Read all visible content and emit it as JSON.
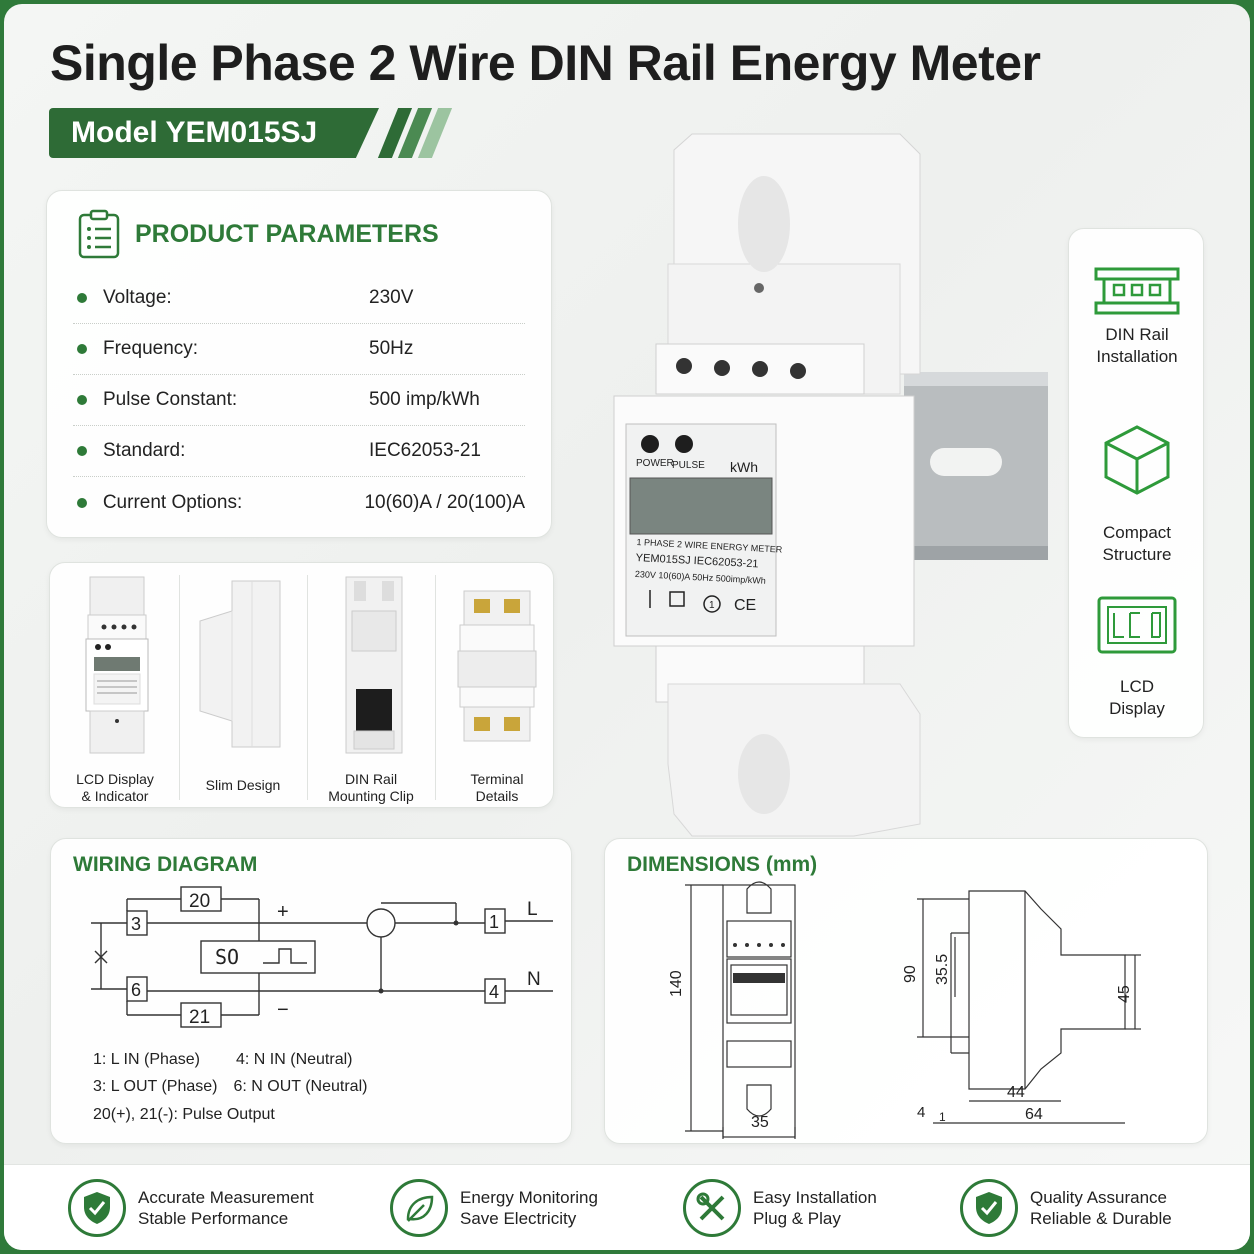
{
  "title": "Single Phase 2 Wire DIN Rail Energy Meter",
  "model": "Model YEM015SJ",
  "parameters": {
    "heading": "PRODUCT PARAMETERS",
    "rows": [
      {
        "label": "Voltage:",
        "value": "230V"
      },
      {
        "label": "Frequency:",
        "value": "50Hz"
      },
      {
        "label": "Pulse Constant:",
        "value": "500 imp/kWh"
      },
      {
        "label": "Standard:",
        "value": "IEC62053-21"
      },
      {
        "label": "Current Options:",
        "value": "10(60)A / 20(100)A"
      }
    ]
  },
  "thumbnails": [
    {
      "caption1": "LCD Display",
      "caption2": "& Indicator"
    },
    {
      "caption1": "Slim Design",
      "caption2": ""
    },
    {
      "caption1": "DIN Rail",
      "caption2": "Mounting Clip"
    },
    {
      "caption1": "Terminal",
      "caption2": "Details"
    }
  ],
  "meter_face": {
    "power": "POWER",
    "pulse": "PULSE",
    "unit": "kWh",
    "line1": "1 PHASE 2 WIRE ENERGY METER",
    "line2": "YEM015SJ  IEC62053-21",
    "line3": "230V  10(60)A 50Hz 500imp/kWh",
    "mark1": "1",
    "mark2": "CE"
  },
  "features": [
    {
      "line1": "DIN Rail",
      "line2": "Installation",
      "icon": "din-rail-icon"
    },
    {
      "line1": "Compact",
      "line2": "Structure",
      "icon": "cube-icon"
    },
    {
      "line1": "LCD",
      "line2": "Display",
      "icon": "lcd-icon"
    }
  ],
  "wiring": {
    "heading": "WIRING DIAGRAM",
    "terminals": {
      "t3": "3",
      "t6": "6",
      "t1": "1",
      "t4": "4",
      "t20": "20",
      "t21": "21"
    },
    "plus": "+",
    "minus": "−",
    "so": "SO",
    "L": "L",
    "N": "N",
    "legend": {
      "l1a": "1: L IN (Phase)",
      "l1b": "4: N IN (Neutral)",
      "l2a": "3: L OUT (Phase)",
      "l2b": "6: N OUT (Neutral)",
      "l3": "20(+), 21(-):  Pulse Output"
    }
  },
  "dimensions": {
    "heading": "DIMENSIONS (mm)",
    "height": "140",
    "width": "35",
    "d90": "90",
    "d35_5": "35.5",
    "d45": "45",
    "d44": "44",
    "d64": "64",
    "d4": "4",
    "d1": "1"
  },
  "bottom": [
    {
      "line1": "Accurate Measurement",
      "line2": "Stable Performance",
      "icon": "shield-check-icon"
    },
    {
      "line1": "Energy Monitoring",
      "line2": "Save Electricity",
      "icon": "leaf-icon"
    },
    {
      "line1": "Easy Installation",
      "line2": "Plug & Play",
      "icon": "tools-icon"
    },
    {
      "line1": "Quality Assurance",
      "line2": "Reliable & Durable",
      "icon": "shield-check-icon"
    }
  ],
  "colors": {
    "accent": "#2e7a38",
    "dark_green": "#2e6b36",
    "border": "#2f7a3a"
  }
}
